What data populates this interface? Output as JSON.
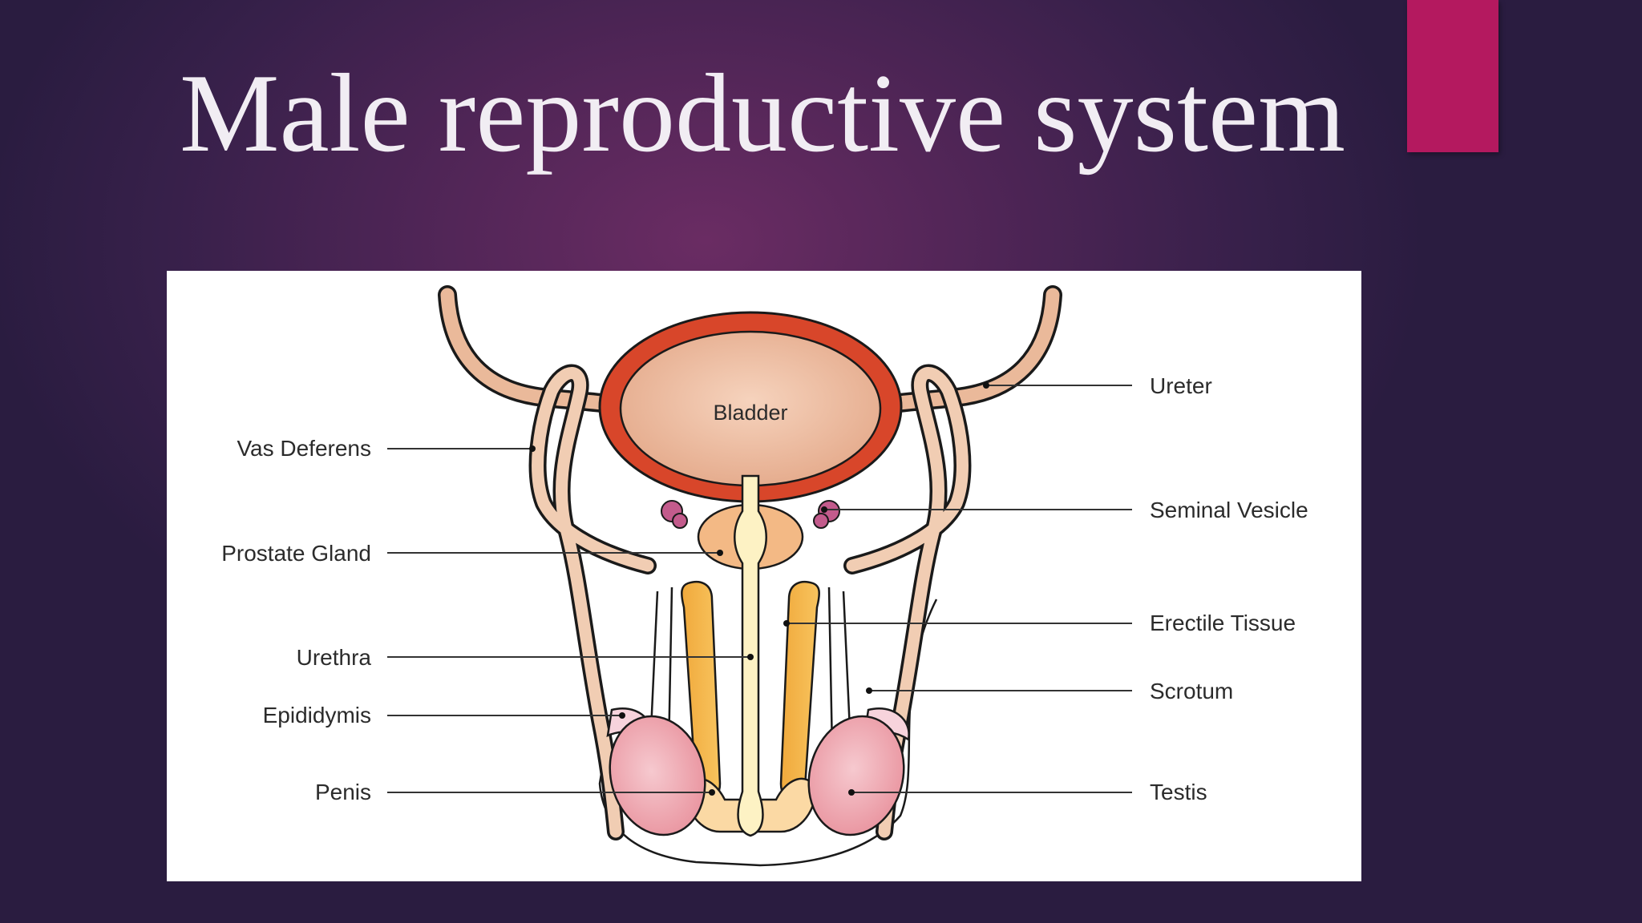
{
  "slide": {
    "title": "Male reproductive system",
    "accent_color": "#b4195f"
  },
  "diagram": {
    "center_label": "Bladder",
    "left_labels": {
      "vas_deferens": "Vas Deferens",
      "prostate_gland": "Prostate Gland",
      "urethra": "Urethra",
      "epididymis": "Epididymis",
      "penis": "Penis"
    },
    "right_labels": {
      "ureter": "Ureter",
      "seminal_vesicle": "Seminal Vesicle",
      "erectile_tissue": "Erectile Tissue",
      "scrotum": "Scrotum",
      "testis": "Testis"
    }
  }
}
